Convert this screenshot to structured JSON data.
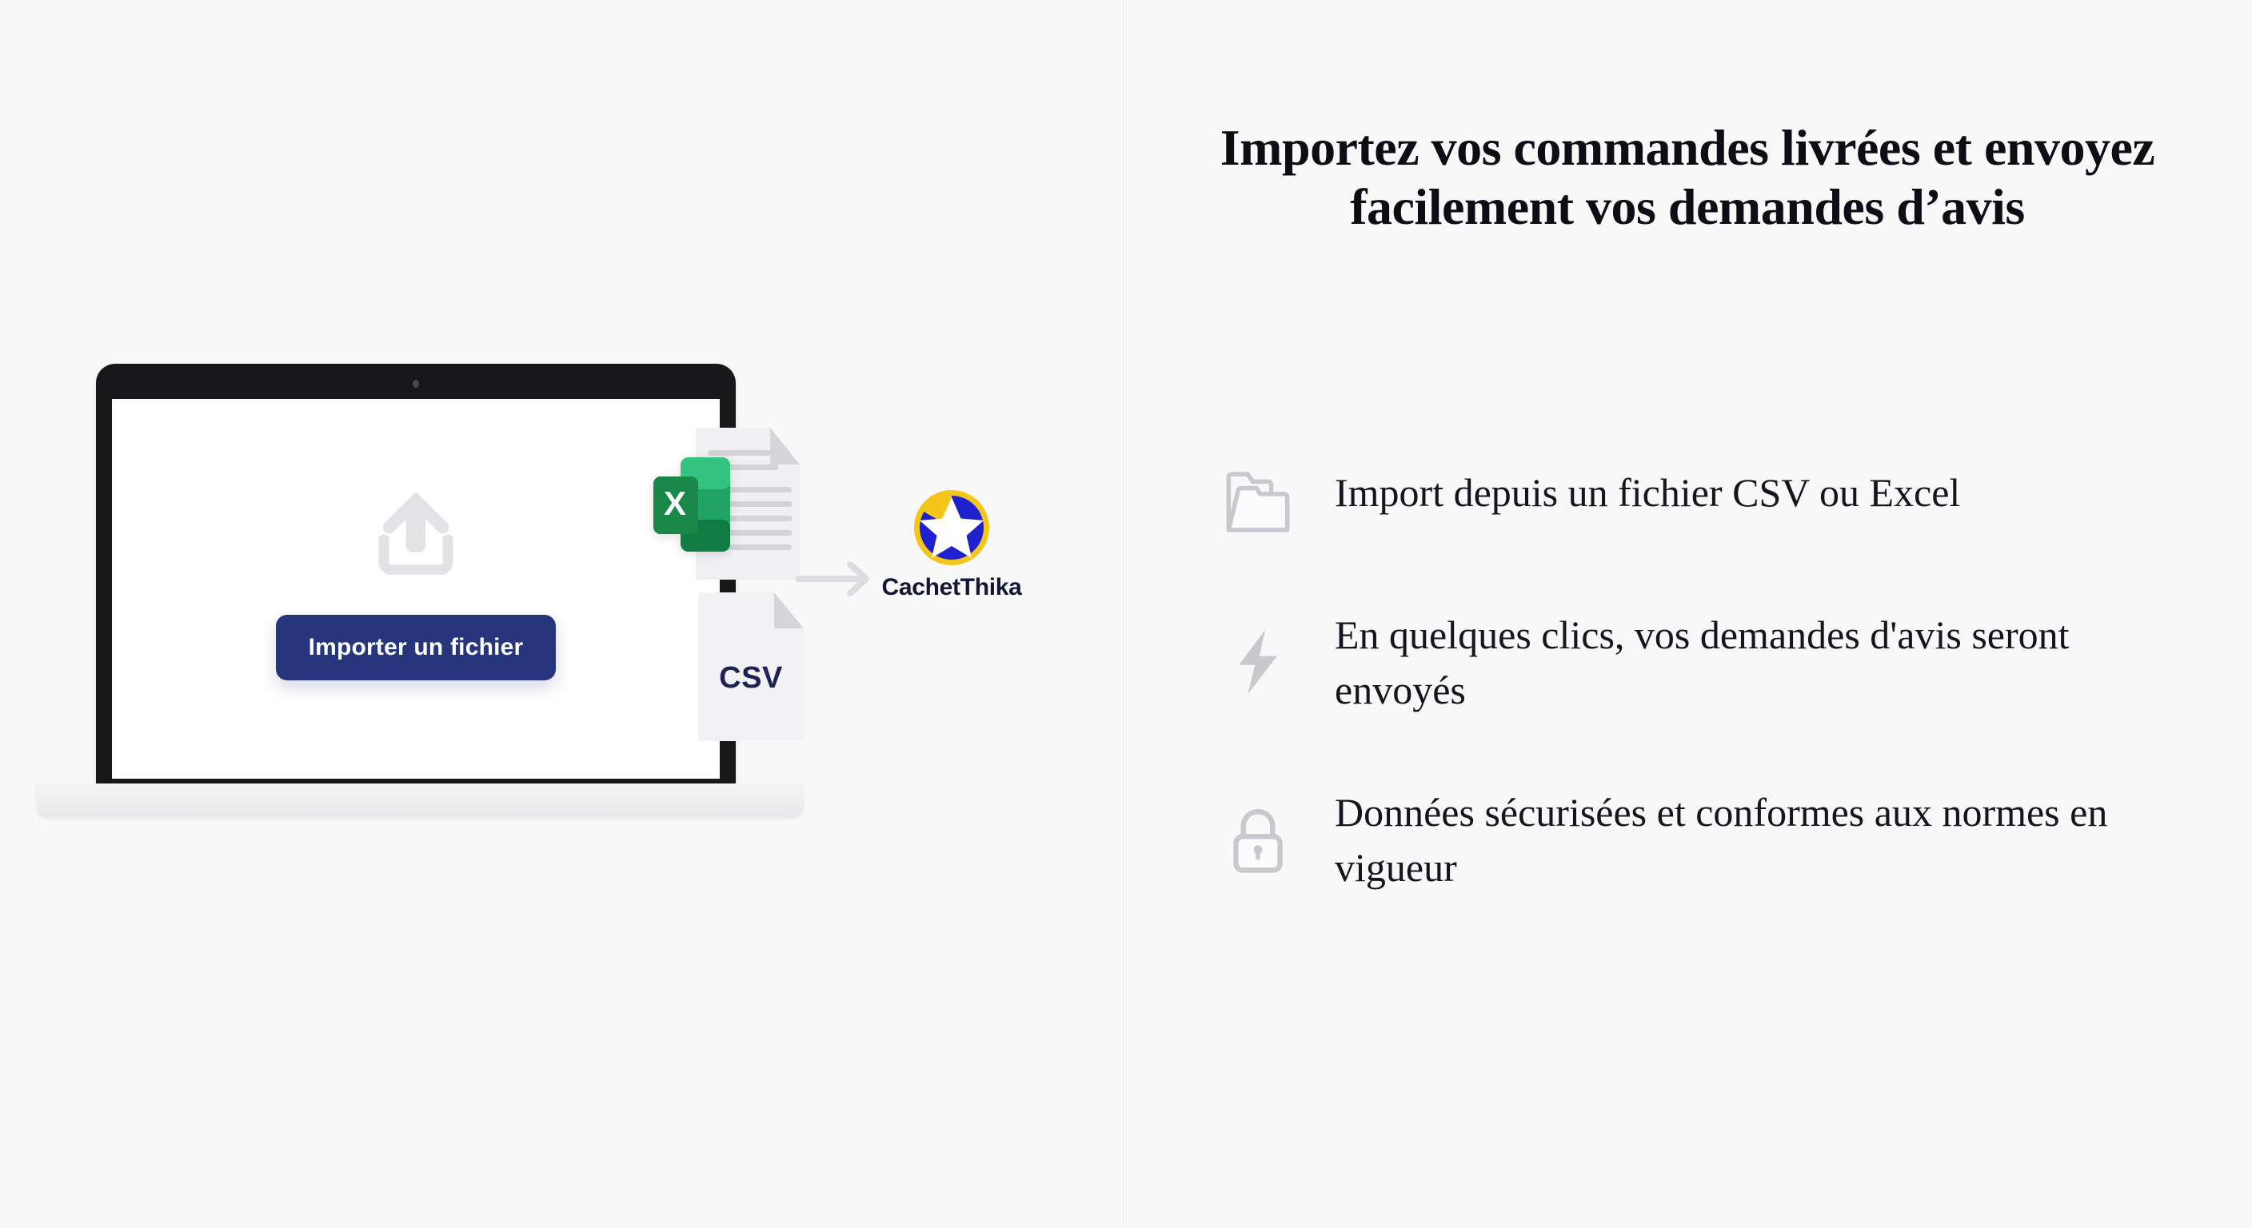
{
  "colors": {
    "background": "#f8f8f9",
    "divider": "#e9e9ec",
    "button_navy": "#26357c",
    "csv_navy": "#1c2352",
    "excel_green": "#21a366",
    "excel_green_dark": "#107c41",
    "brand_blue": "#1f21cf",
    "brand_yellow": "#f5c518",
    "icon_gray": "#c8c8cf",
    "heading_text": "#0d0d16",
    "body_text": "#15151d"
  },
  "illustration": {
    "upload_icon_name": "upload-icon",
    "import_button_label": "Importer un fichier",
    "excel_badge_letter": "X",
    "csv_file_label": "CSV",
    "arrow_icon_name": "arrow-right-icon",
    "brand": {
      "name": "CachetThika",
      "logo_icon_name": "cachetthika-star-logo"
    }
  },
  "content": {
    "headline": "Importez vos commandes livrées et envoyez facilement vos demandes d’avis",
    "features": [
      {
        "icon": "folder-icon",
        "text": "Import depuis un fichier CSV ou Excel"
      },
      {
        "icon": "lightning-bolt-icon",
        "text": "En quelques clics, vos demandes d'avis seront envoyés"
      },
      {
        "icon": "lock-icon",
        "text": "Données sécurisées et conformes aux normes en vigueur"
      }
    ]
  }
}
